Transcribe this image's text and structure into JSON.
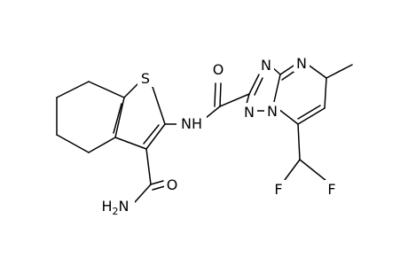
{
  "molecule": {
    "atom_labels": {
      "s1": "S",
      "o1": "O",
      "nh": "NH",
      "o2": "O",
      "h2n_h": "H",
      "h2n_sub": "2",
      "h2n_n": "N",
      "n1": "N",
      "n2": "N",
      "n3": "N",
      "n4": "N",
      "f1": "F",
      "f2": "F"
    },
    "colors": {
      "bond": "#000000",
      "text": "#000000",
      "background": "#ffffff"
    }
  }
}
